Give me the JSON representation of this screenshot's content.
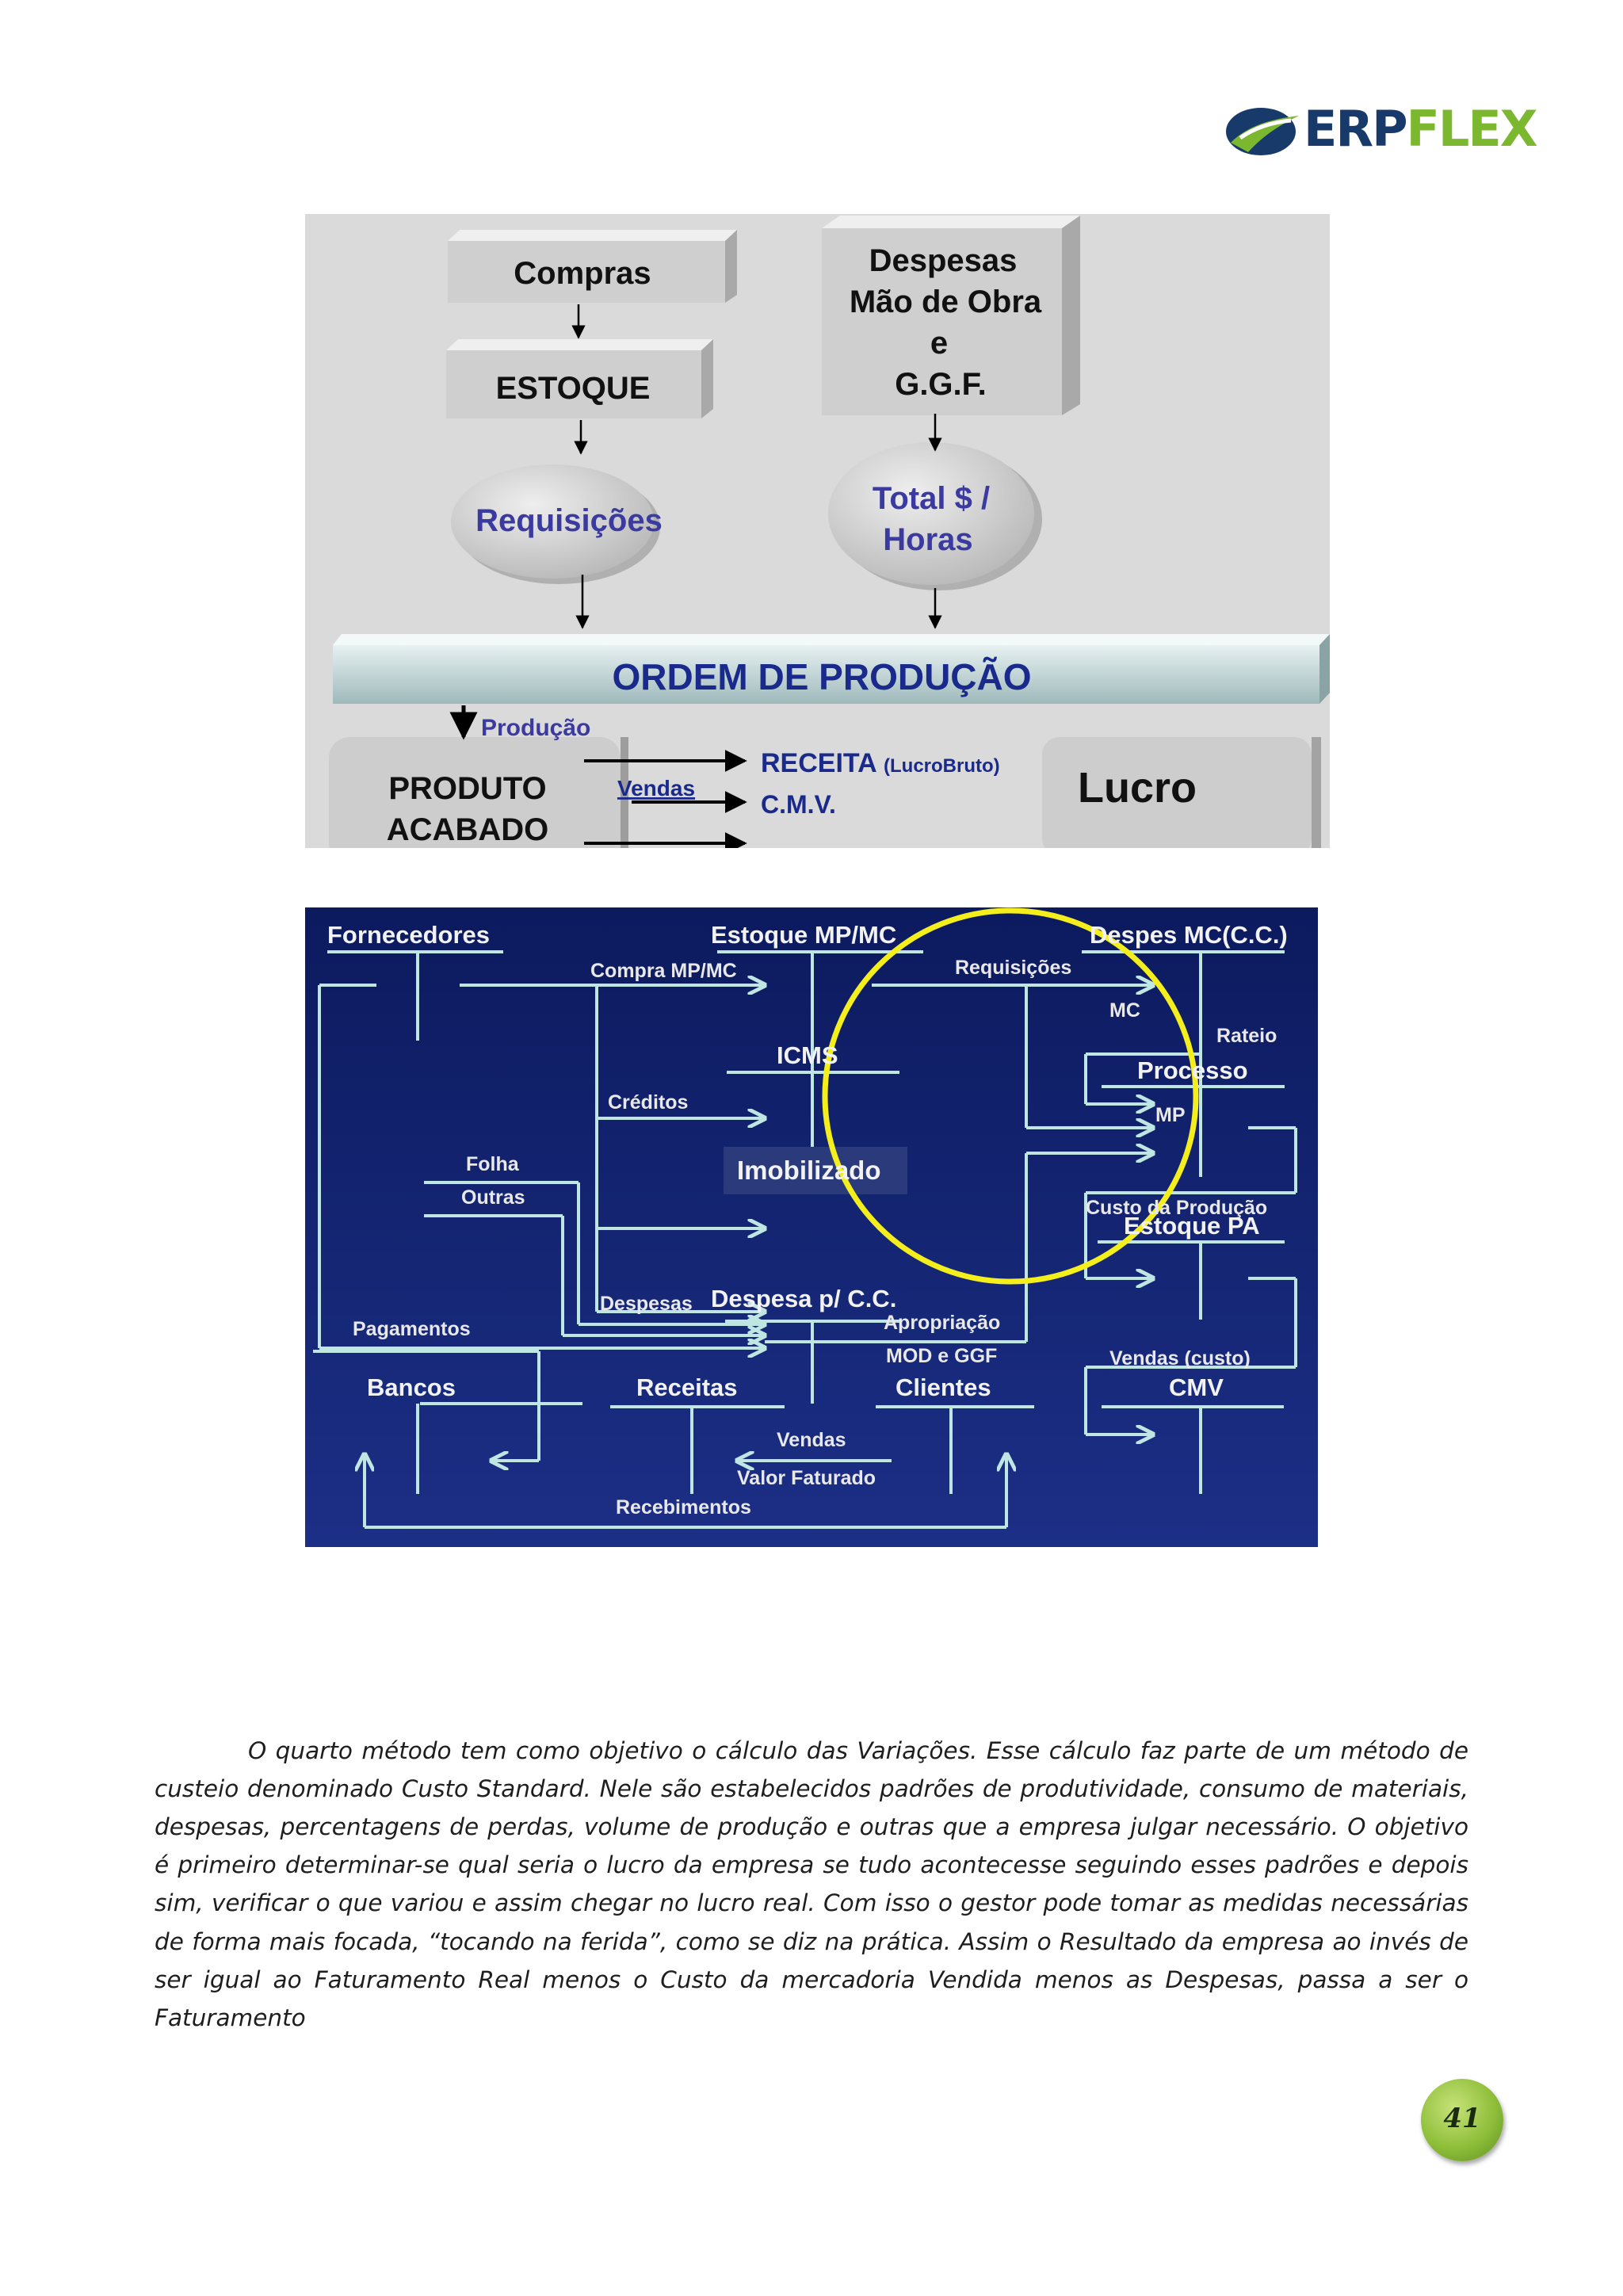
{
  "logo": {
    "part1": "ERP",
    "part2": "FLEX",
    "brand_blue": "#183a6b",
    "brand_green": "#7cb82f"
  },
  "figure1": {
    "boxes": {
      "compras": "Compras",
      "estoque": "ESTOQUE",
      "despesas": [
        "Despesas",
        "Mão de Obra",
        "e",
        "G.G.F."
      ],
      "requisicoes": "Requisições",
      "total_horas": [
        "Total $ /",
        "Horas"
      ],
      "ordem": "ORDEM DE PRODUÇÃO",
      "producao": "Produção",
      "produto_acabado": [
        "PRODUTO",
        "ACABADO"
      ],
      "vendas": "Vendas",
      "receita": "RECEITA",
      "lucro_bruto": "(LucroBruto)",
      "cmv": "C.M.V.",
      "lucro": "Lucro"
    }
  },
  "figure2": {
    "accounts": {
      "fornecedores": "Fornecedores",
      "estoque_mp": "Estoque MP/MC",
      "despes_mc": "Despes MC(C.C.)",
      "icms": "ICMS",
      "imobilizado": "Imobilizado",
      "processo": "Processo",
      "estoque_pa": "Estoque PA",
      "despesa_cc": "Despesa p/ C.C.",
      "bancos": "Bancos",
      "receitas": "Receitas",
      "clientes": "Clientes",
      "cmv": "CMV"
    },
    "flows": {
      "compra": "Compra MP/MC",
      "requisicoes": "Requisições",
      "mc": "MC",
      "rateio": "Rateio",
      "creditos": "Créditos",
      "mp": "MP",
      "folha": "Folha",
      "outras": "Outras",
      "custo_producao": "Custo da Produção",
      "despesas": "Despesas",
      "apropriacao": "Apropriação",
      "mod_ggf": "MOD e GGF",
      "pagamentos": "Pagamentos",
      "vendas_custo": "Vendas (custo)",
      "vendas": "Vendas",
      "valor_faturado": "Valor Faturado",
      "recebimentos": "Recebimentos"
    }
  },
  "body": {
    "paragraph": "O quarto método tem como objetivo o cálculo das Variações. Esse cálculo faz parte de um método de custeio denominado Custo Standard. Nele são estabelecidos padrões de produtividade, consumo de materiais, despesas, percentagens de perdas, volume de produção e outras que a empresa julgar necessário. O objetivo é primeiro determinar-se qual seria o lucro da empresa se tudo acontecesse seguindo esses padrões e depois sim, verificar o que variou e assim chegar no lucro real. Com isso o gestor pode tomar as medidas necessárias de forma mais focada, “tocando na ferida”, como se diz na prática.  Assim o Resultado da empresa ao invés de ser igual ao Faturamento Real menos o Custo da mercadoria Vendida menos as Despesas, passa a ser o Faturamento"
  },
  "page_number": "41"
}
